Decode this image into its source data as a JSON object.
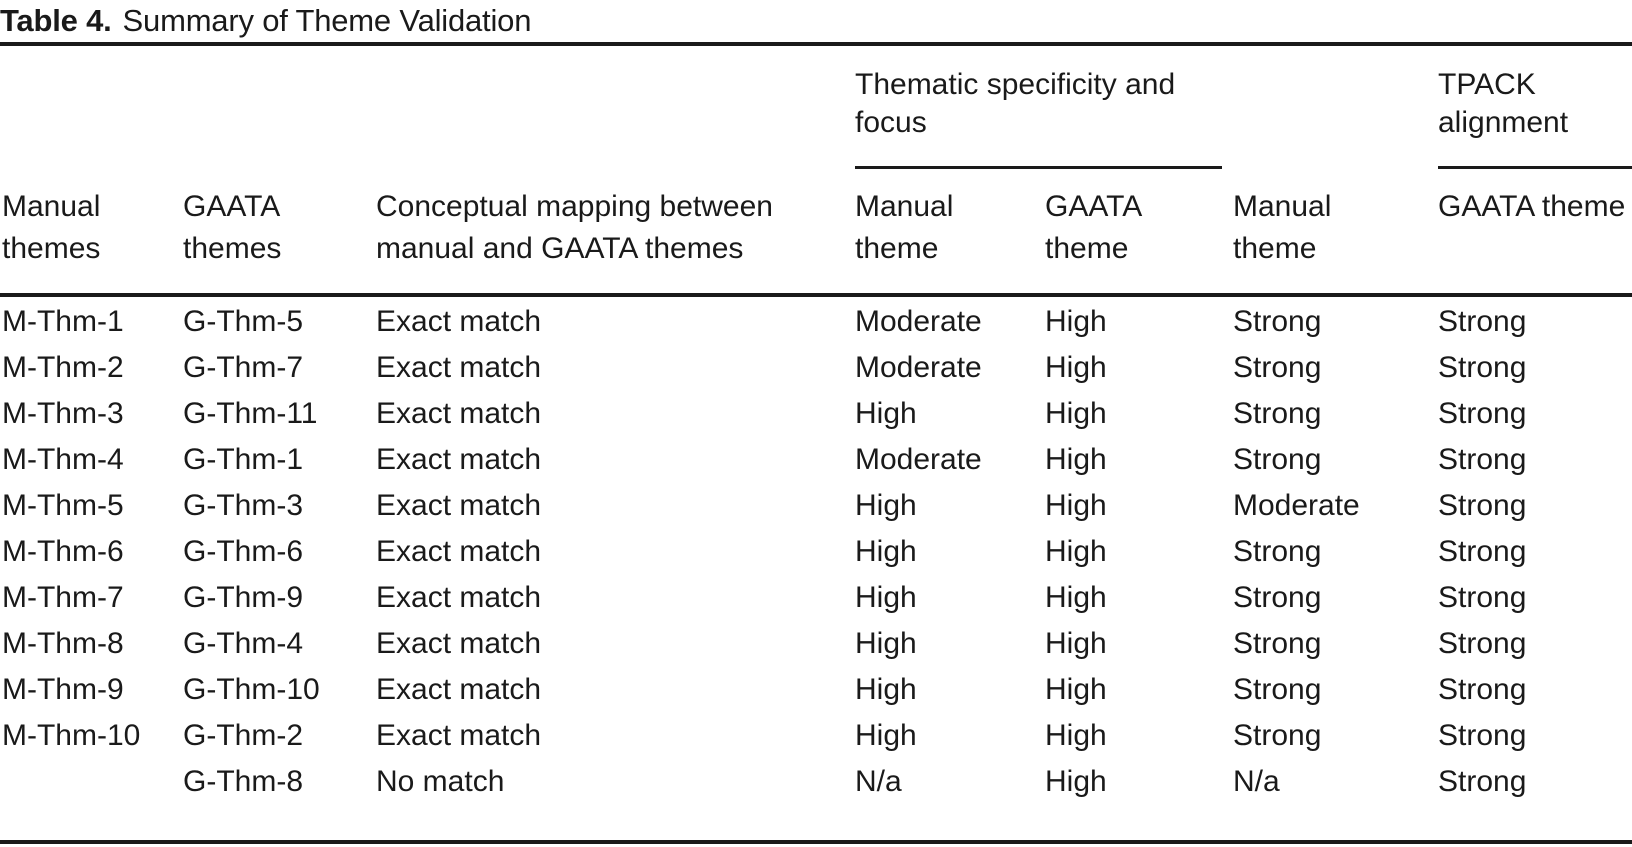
{
  "caption": {
    "label": "Table 4.",
    "text": "Summary of Theme Validation"
  },
  "header": {
    "spanners": [
      {
        "id": "thematic",
        "label": "Thematic specificity and focus"
      },
      {
        "id": "tpack",
        "label": "TPACK alignment"
      }
    ],
    "columns": [
      "Manual themes",
      "GAATA themes",
      "Conceptual mapping between manual and GAATA themes",
      "Manual theme",
      "GAATA theme",
      "Manual theme",
      "GAATA theme"
    ]
  },
  "rows": [
    {
      "manual_theme": "M-Thm-1",
      "gaata_theme": "G-Thm-5",
      "mapping": "Exact match",
      "ts_manual": "Moderate",
      "ts_gaata": "High",
      "tpack_manual": "Strong",
      "tpack_gaata": "Strong"
    },
    {
      "manual_theme": "M-Thm-2",
      "gaata_theme": "G-Thm-7",
      "mapping": "Exact match",
      "ts_manual": "Moderate",
      "ts_gaata": "High",
      "tpack_manual": "Strong",
      "tpack_gaata": "Strong"
    },
    {
      "manual_theme": "M-Thm-3",
      "gaata_theme": "G-Thm-11",
      "mapping": "Exact match",
      "ts_manual": "High",
      "ts_gaata": "High",
      "tpack_manual": "Strong",
      "tpack_gaata": "Strong"
    },
    {
      "manual_theme": "M-Thm-4",
      "gaata_theme": "G-Thm-1",
      "mapping": "Exact match",
      "ts_manual": "Moderate",
      "ts_gaata": "High",
      "tpack_manual": "Strong",
      "tpack_gaata": "Strong"
    },
    {
      "manual_theme": "M-Thm-5",
      "gaata_theme": "G-Thm-3",
      "mapping": "Exact match",
      "ts_manual": "High",
      "ts_gaata": "High",
      "tpack_manual": "Moderate",
      "tpack_gaata": "Strong"
    },
    {
      "manual_theme": "M-Thm-6",
      "gaata_theme": "G-Thm-6",
      "mapping": "Exact match",
      "ts_manual": "High",
      "ts_gaata": "High",
      "tpack_manual": "Strong",
      "tpack_gaata": "Strong"
    },
    {
      "manual_theme": "M-Thm-7",
      "gaata_theme": "G-Thm-9",
      "mapping": "Exact match",
      "ts_manual": "High",
      "ts_gaata": "High",
      "tpack_manual": "Strong",
      "tpack_gaata": "Strong"
    },
    {
      "manual_theme": "M-Thm-8",
      "gaata_theme": "G-Thm-4",
      "mapping": "Exact match",
      "ts_manual": "High",
      "ts_gaata": "High",
      "tpack_manual": "Strong",
      "tpack_gaata": "Strong"
    },
    {
      "manual_theme": "M-Thm-9",
      "gaata_theme": "G-Thm-10",
      "mapping": "Exact match",
      "ts_manual": "High",
      "ts_gaata": "High",
      "tpack_manual": "Strong",
      "tpack_gaata": "Strong"
    },
    {
      "manual_theme": "M-Thm-10",
      "gaata_theme": "G-Thm-2",
      "mapping": "Exact match",
      "ts_manual": "High",
      "ts_gaata": "High",
      "tpack_manual": "Strong",
      "tpack_gaata": "Strong"
    },
    {
      "manual_theme": "",
      "gaata_theme": "G-Thm-8",
      "mapping": "No match",
      "ts_manual": "N/a",
      "ts_gaata": "High",
      "tpack_manual": "N/a",
      "tpack_gaata": "Strong"
    }
  ],
  "colors": {
    "ink": "#1a1a1a",
    "background": "#ffffff"
  }
}
